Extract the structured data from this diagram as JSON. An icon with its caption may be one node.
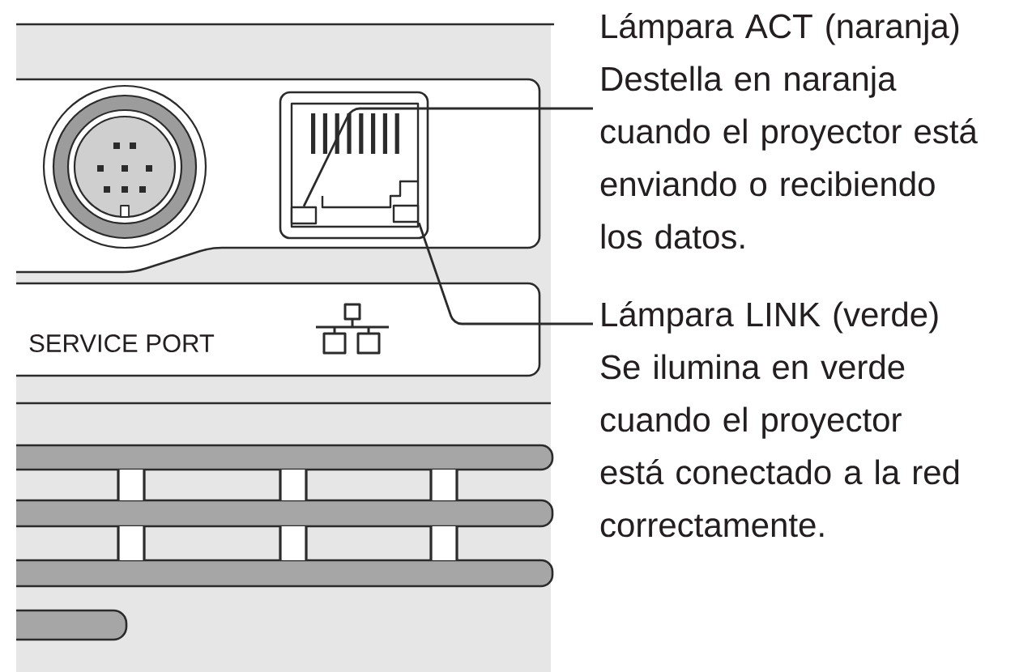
{
  "diagram": {
    "nodes": [
      {
        "text": [
          "Lámpara ACT (naranja)",
          "Destella en naranja cuando el proyector está enviando o recibiendo los datos."
        ]
      },
      {
        "text": [],
        "shape": "box"
      },
      {
        "text": [
          "Lámpara LINK (verde)",
          "Se ilumina en verde cuando el proyector está conectado a la red correctamente."
        ]
      },
      {
        "text": [],
        "shape": "box"
      }
    ],
    "edges": [
      {
        "from": 0,
        "to": 1,
        "arrow": "none"
      },
      {
        "from": 2,
        "to": 3,
        "arrow": "none"
      }
    ],
    "labels": [
      "SERVICE PORT"
    ]
  }
}
